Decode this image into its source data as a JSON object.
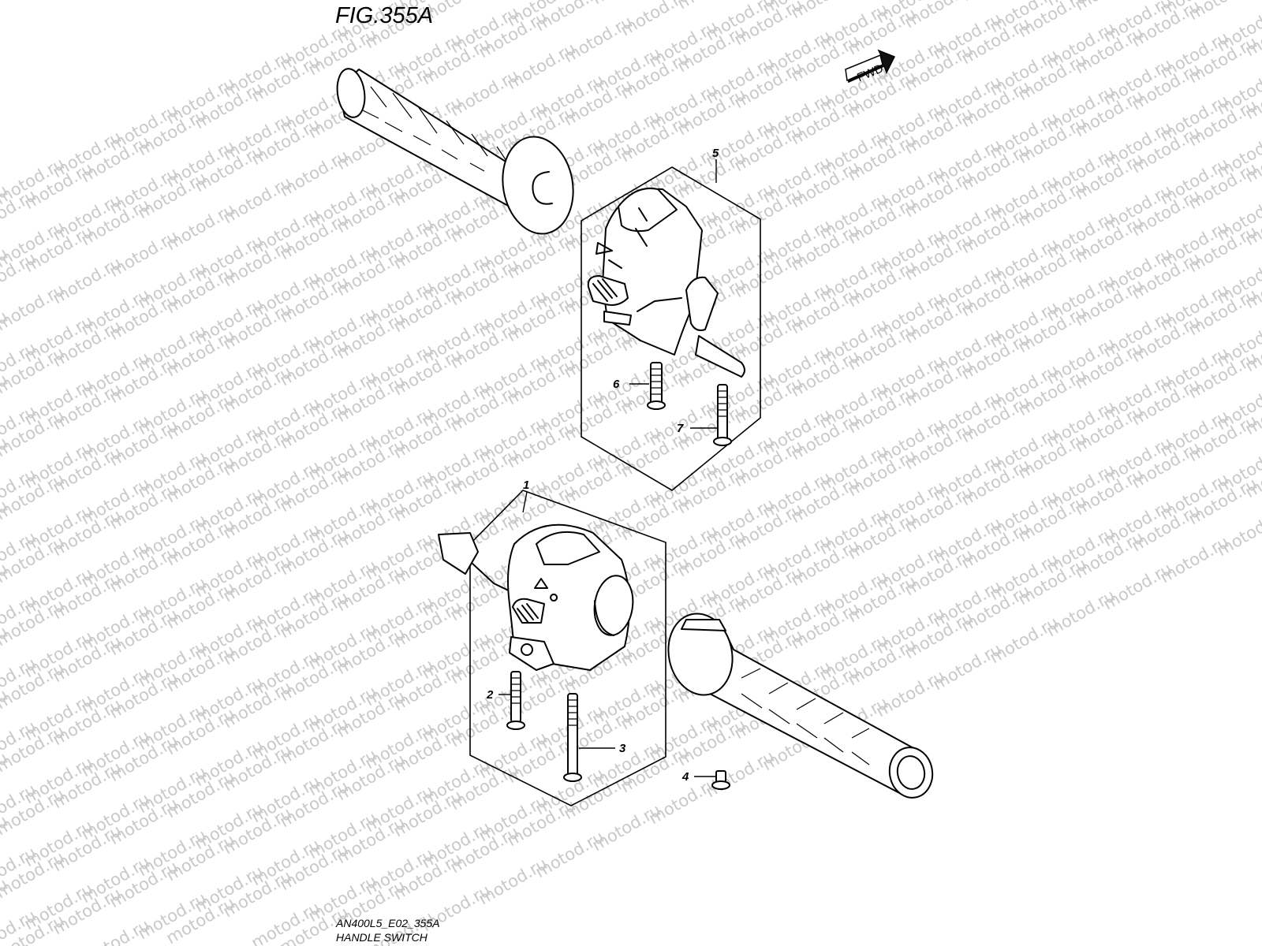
{
  "figure_label": "FIG.355A",
  "watermark": "motod.ru",
  "direction_marker": "FWD",
  "callouts": [
    "1",
    "2",
    "3",
    "4",
    "5",
    "6",
    "7"
  ],
  "footer": {
    "code": "AN400L5_E02_355A",
    "title": "HANDLE SWITCH"
  }
}
